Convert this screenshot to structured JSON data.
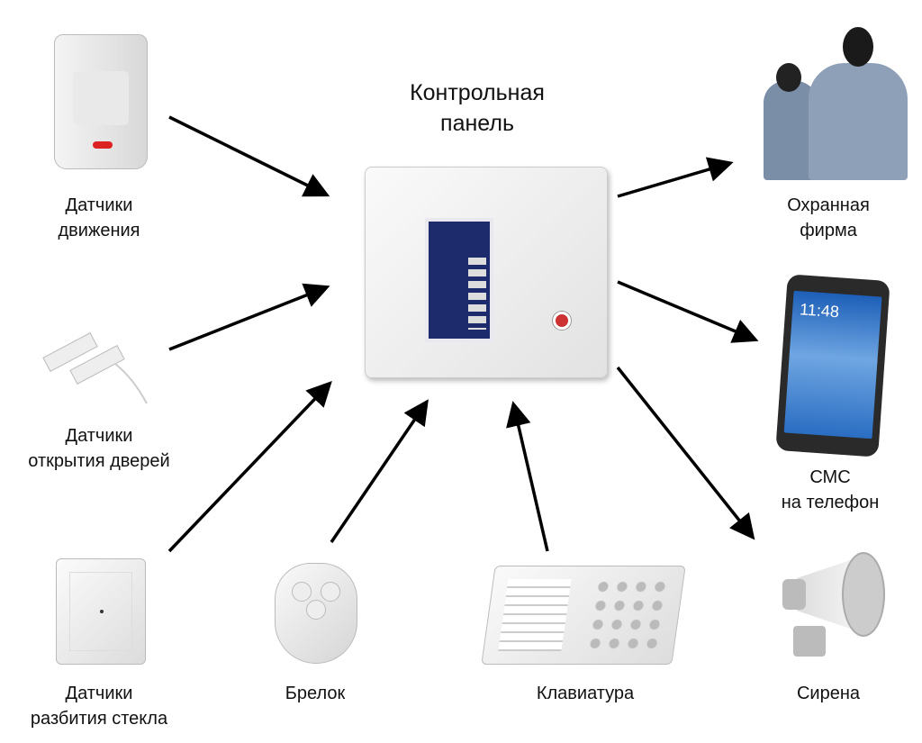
{
  "center": {
    "title_line1": "Контрольная",
    "title_line2": "панель"
  },
  "inputs": [
    {
      "line1": "Датчики",
      "line2": "движения"
    },
    {
      "line1": "Датчики",
      "line2": "открытия дверей"
    },
    {
      "line1": "Датчики",
      "line2": "разбития стекла"
    },
    {
      "line1": "Брелок"
    },
    {
      "line1": "Клавиатура"
    }
  ],
  "outputs": [
    {
      "line1": "Охранная",
      "line2": "фирма"
    },
    {
      "line1": "СМС",
      "line2": "на телефон"
    },
    {
      "line1": "Сирена"
    }
  ],
  "phone": {
    "clock": "11:48"
  },
  "colors": {
    "arrow": "#000000",
    "panel_screen": "#1d2a6b",
    "device": "#eeeeee"
  }
}
